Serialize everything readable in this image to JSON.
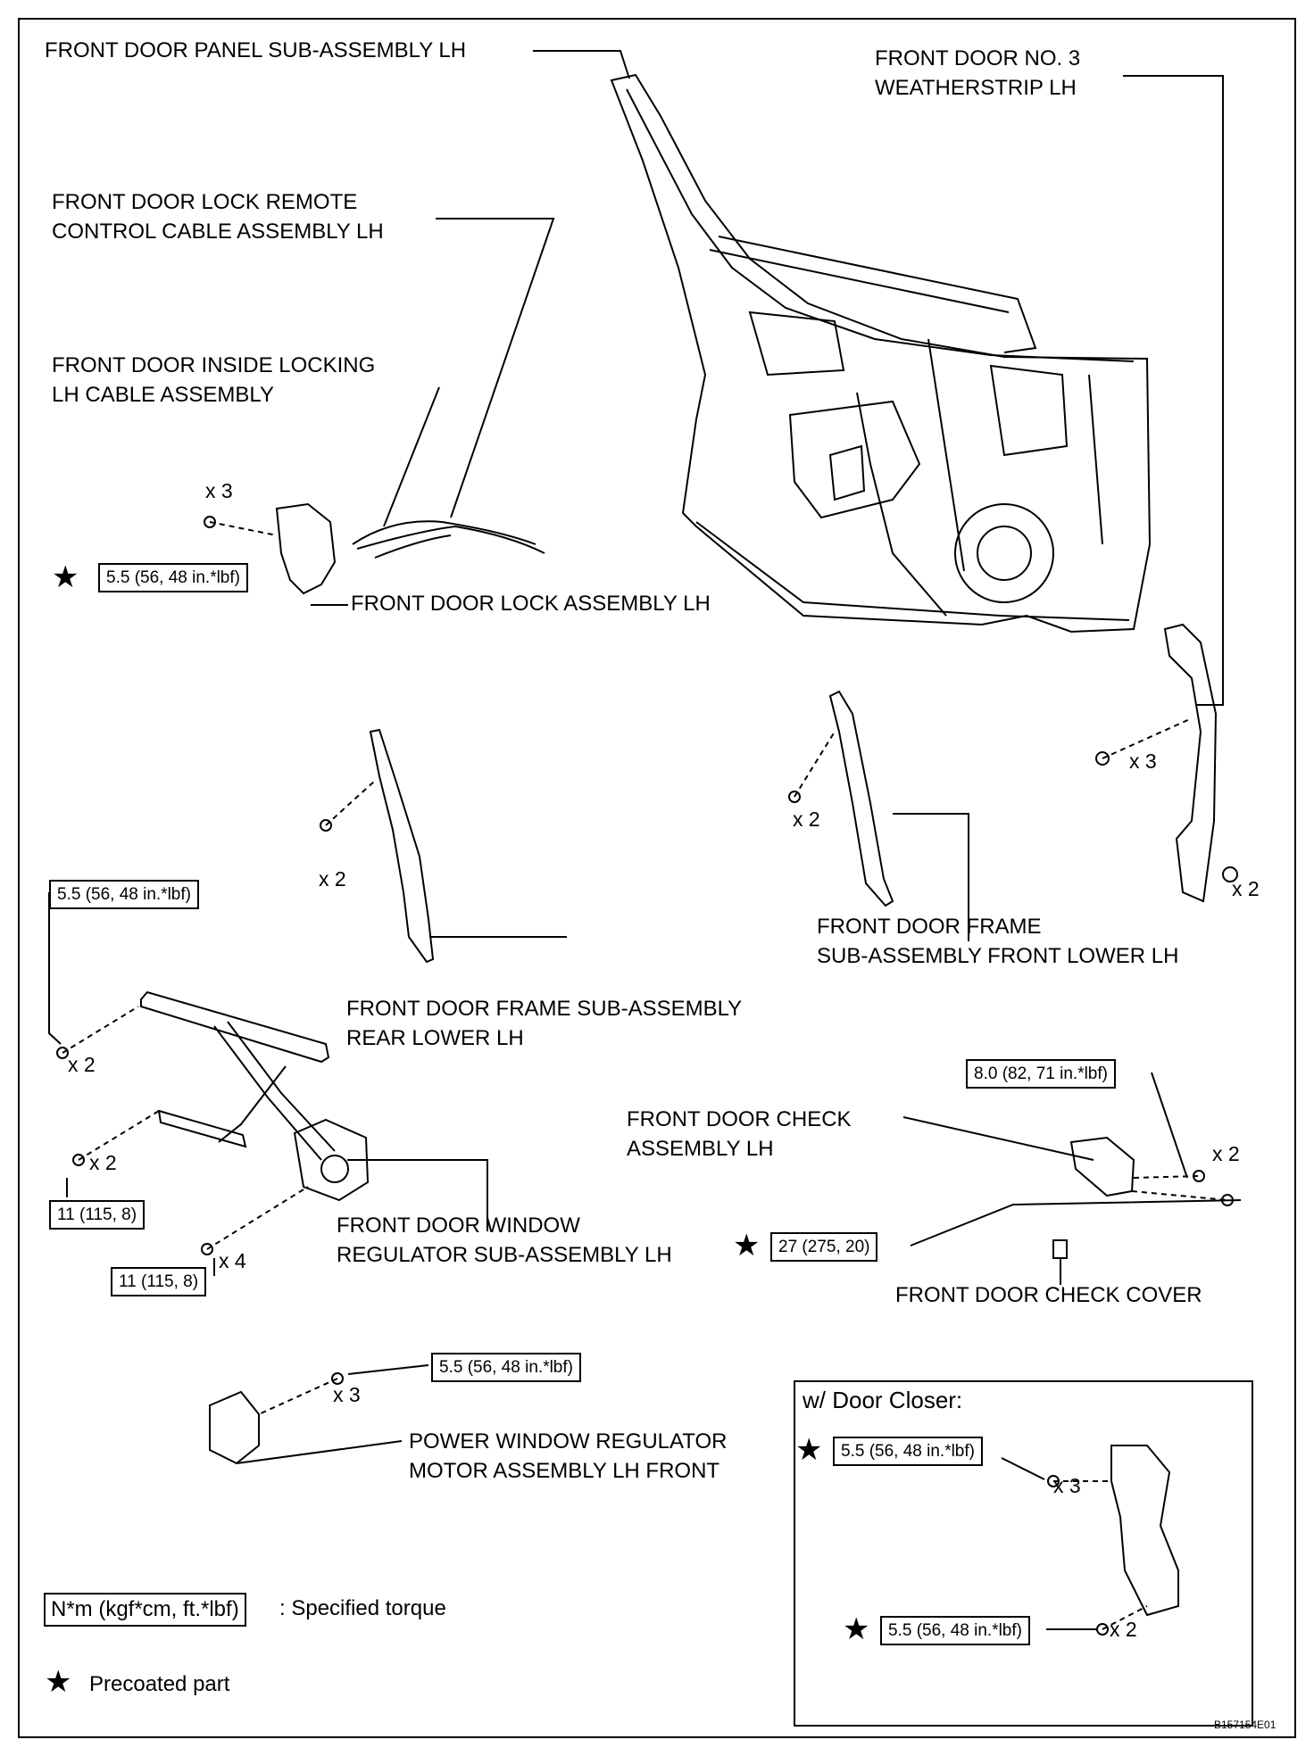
{
  "labels": {
    "door_panel": "FRONT DOOR PANEL SUB-ASSEMBLY LH",
    "weatherstrip": "FRONT DOOR NO. 3\nWEATHERSTRIP LH",
    "remote_cable": "FRONT DOOR LOCK REMOTE\nCONTROL CABLE ASSEMBLY LH",
    "inside_locking_cable": "FRONT DOOR INSIDE LOCKING\nLH CABLE ASSEMBLY",
    "lock_assembly": "FRONT DOOR LOCK ASSEMBLY LH",
    "frame_front_lower": "FRONT DOOR FRAME\nSUB-ASSEMBLY FRONT LOWER LH",
    "frame_rear_lower": "FRONT DOOR FRAME SUB-ASSEMBLY\nREAR LOWER LH",
    "check_assembly": "FRONT DOOR CHECK\nASSEMBLY LH",
    "window_regulator": "FRONT DOOR WINDOW\nREGULATOR SUB-ASSEMBLY LH",
    "check_cover": "FRONT DOOR CHECK COVER",
    "motor": "POWER WINDOW REGULATOR\nMOTOR ASSEMBLY LH FRONT"
  },
  "torques": {
    "lock_bolt": "5.5 (56, 48 in.*lbf)",
    "regulator_top": "5.5 (56, 48 in.*lbf)",
    "regulator_mid": "11 (115, 8)",
    "regulator_bottom": "11 (115, 8)",
    "check_upper": "8.0 (82, 71 in.*lbf)",
    "check_lower": "27 (275, 20)",
    "motor": "5.5 (56, 48 in.*lbf)",
    "closer_upper": "5.5 (56, 48 in.*lbf)",
    "closer_lower": "5.5 (56, 48 in.*lbf)"
  },
  "quantities": {
    "lock_bolt": "x 3",
    "weatherstrip_clip": "x 3",
    "weatherstrip_clip2": "x 2",
    "front_lower_bolt": "x 2",
    "rear_lower_bolt": "x 2",
    "regulator_top": "x 2",
    "regulator_mid": "x 2",
    "regulator_bottom": "x 4",
    "check_bolt": "x 2",
    "motor_bolt": "x 3",
    "closer_upper": "x 3",
    "closer_lower": "x 2"
  },
  "door_closer": {
    "title": "w/ Door Closer:"
  },
  "legend": {
    "torque_key": "N*m (kgf*cm, ft.*lbf)",
    "torque_desc": ": Specified torque",
    "precoated": "Precoated part",
    "star_symbol": "★"
  },
  "figure_code": "B157154E01"
}
